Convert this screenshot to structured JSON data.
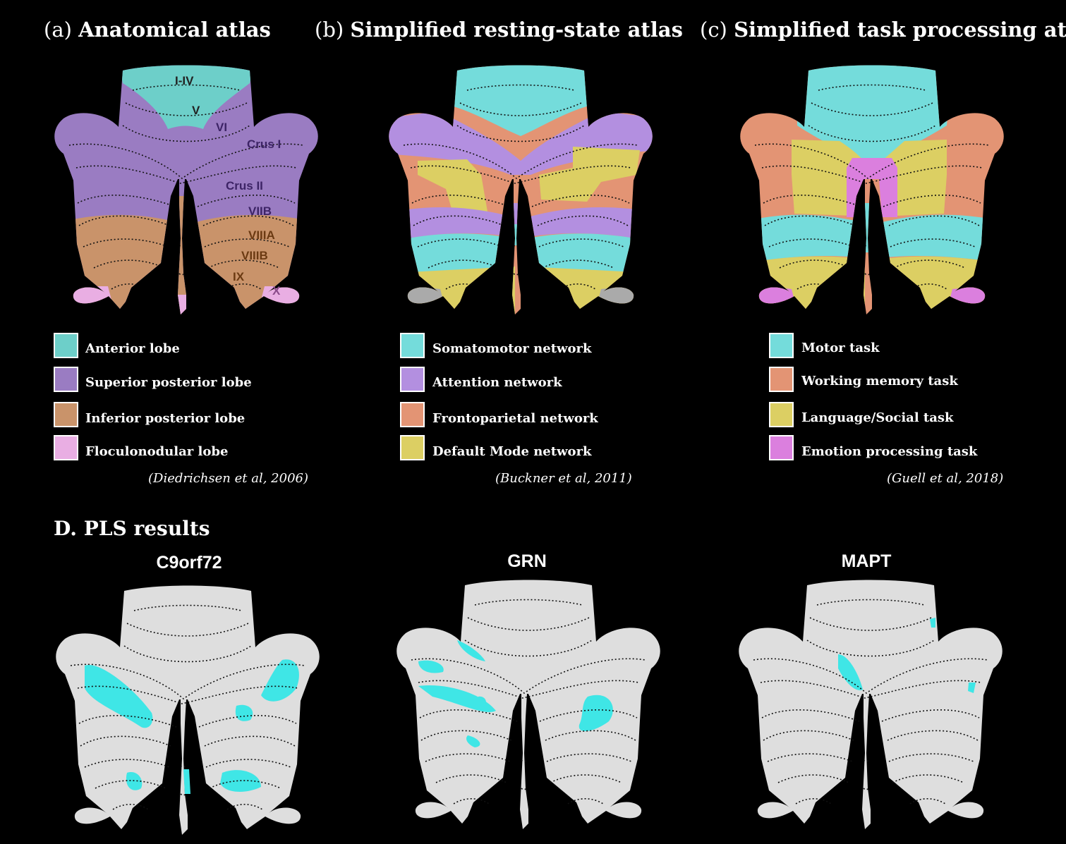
{
  "colors": {
    "anterior": "#6dcfc9",
    "superior_posterior": "#9a7cc2",
    "inferior_posterior": "#c9936a",
    "floculonodular": "#e9aee3",
    "somatomotor": "#74dcdb",
    "attention": "#b38fe0",
    "frontoparietal": "#e39474",
    "default_mode": "#dccf63",
    "motor": "#74dcdb",
    "working_memory": "#e39474",
    "language_social": "#dccf63",
    "emotion": "#db7fde",
    "pls_base": "#dedede",
    "pls_blob": "#3fe6e6"
  },
  "panels": [
    {
      "prefix": "(a)",
      "title": "Anatomical atlas",
      "legend": [
        "Anterior lobe",
        "Superior posterior lobe",
        "Inferior posterior lobe",
        "Floculonodular lobe"
      ],
      "citation": "(Diedrichsen et al, 2006)",
      "regions": [
        "I-IV",
        "V",
        "VI",
        "Crus I",
        "Crus II",
        "VIIB",
        "VIIIA",
        "VIIIB",
        "IX",
        "X"
      ]
    },
    {
      "prefix": "(b)",
      "title": "Simplified resting-state atlas",
      "legend": [
        "Somatomotor network",
        "Attention network",
        "Frontoparietal network",
        "Default Mode network"
      ],
      "citation": "(Buckner et al, 2011)"
    },
    {
      "prefix": "(c)",
      "title": "Simplified task processing atlas",
      "legend": [
        "Motor task",
        "Working memory task",
        "Language/Social task",
        "Emotion processing task"
      ],
      "citation": "(Guell et al, 2018)"
    }
  ],
  "pls": {
    "title": "D. PLS results",
    "maps": [
      "C9orf72",
      "GRN",
      "MAPT"
    ]
  }
}
